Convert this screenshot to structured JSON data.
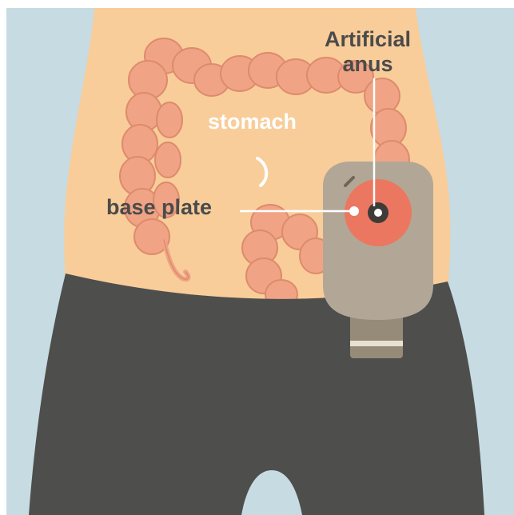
{
  "labels": {
    "artificial_anus_line1": "Artificial",
    "artificial_anus_line2": "anus",
    "stomach": "stomach",
    "base_plate": "base plate"
  },
  "colors": {
    "background": "#c7dbe3",
    "skin": "#f8cd9a",
    "colon": "#f0a485",
    "colon_shadow": "#dd8b6c",
    "pants": "#4e4e4c",
    "pouch": "#b2a796",
    "pouch_dark": "#968a78",
    "base_plate": "#ec7760",
    "stoma_ring": "#3e3b38",
    "label_dark": "#4b4b4b",
    "label_light": "#ffffff",
    "pointer_line": "#ffffff"
  },
  "icons": {
    "navel": "navel-icon"
  }
}
